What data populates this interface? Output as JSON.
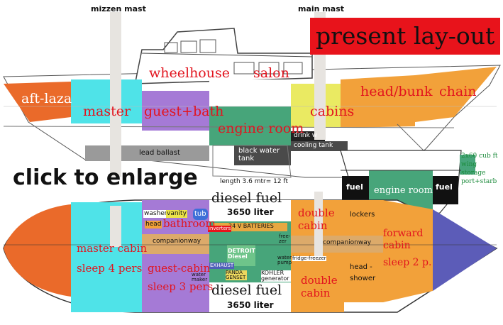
{
  "title": "present lay-out",
  "click_label": "click to enlarge",
  "masts": {
    "mizzen": "mizzen mast",
    "main": "main mast"
  },
  "profile": {
    "wheelhouse": "wheelhouse",
    "salon": "salon",
    "aft_laza": "aft-laza",
    "master": "master",
    "guest_bath": "guest+bath",
    "engine_room": "engine room",
    "cabins": "cabins",
    "head_bunk": "head/bunk",
    "chain": "chain",
    "lead_ballast": "lead ballast",
    "black_water": "black water tank",
    "drink_water": "drink w",
    "cooling_tank": "cooling tank"
  },
  "section": {
    "engine_room": "engine room",
    "fuel_left": "fuel",
    "fuel_right": "fuel",
    "storage_note": [
      "2x60 cub ft",
      "wing storage",
      "port+starb"
    ]
  },
  "plan": {
    "length_label": "length 3.6 mtr= 12 ft",
    "diesel_top": "diesel fuel",
    "diesel_top_liters": "3650 liter",
    "diesel_bottom": "diesel fuel",
    "diesel_bottom_liters": "3650 liter",
    "batteries": "24 V BATTERIES",
    "inverters": "inverters",
    "freezer": "free- zer",
    "water_pump": "water pump",
    "detroit": "DETROIT Diesel",
    "exhaust": "EXHAUST",
    "panda": "PANDA GENSET",
    "kohler": "KOHLER generator",
    "water_maker": "water maker",
    "fridge_freezer": "fridge-freezer",
    "washer": "washer",
    "vanity": "vanity",
    "tub": "tub",
    "head": "head",
    "bathroom": "bathroom",
    "companionway_aft": "companionway",
    "companionway_fwd": "companionway",
    "master_cabin": "master cabin",
    "sleep_4": "sleep 4 pers",
    "guest_cabin": "guest-cabin",
    "sleep_3": "sleep 3 pers",
    "double_cabin_top": "double cabin",
    "double_cabin_bottom": "double cabin",
    "lockers": "lockers",
    "head_shower": "head -shower",
    "forward_cabin": "forward cabin",
    "sleep_2": "sleep 2 p."
  },
  "colors": {
    "orange": "#ea6a2a",
    "cyan": "#4fe3e8",
    "purple": "#a57ad6",
    "green": "#47a57a",
    "yellow": "#eaea62",
    "amber": "#f2a13a",
    "navy": "#5c5cb8",
    "tan": "#dcaa6a",
    "title_bg": "#e8131b"
  }
}
